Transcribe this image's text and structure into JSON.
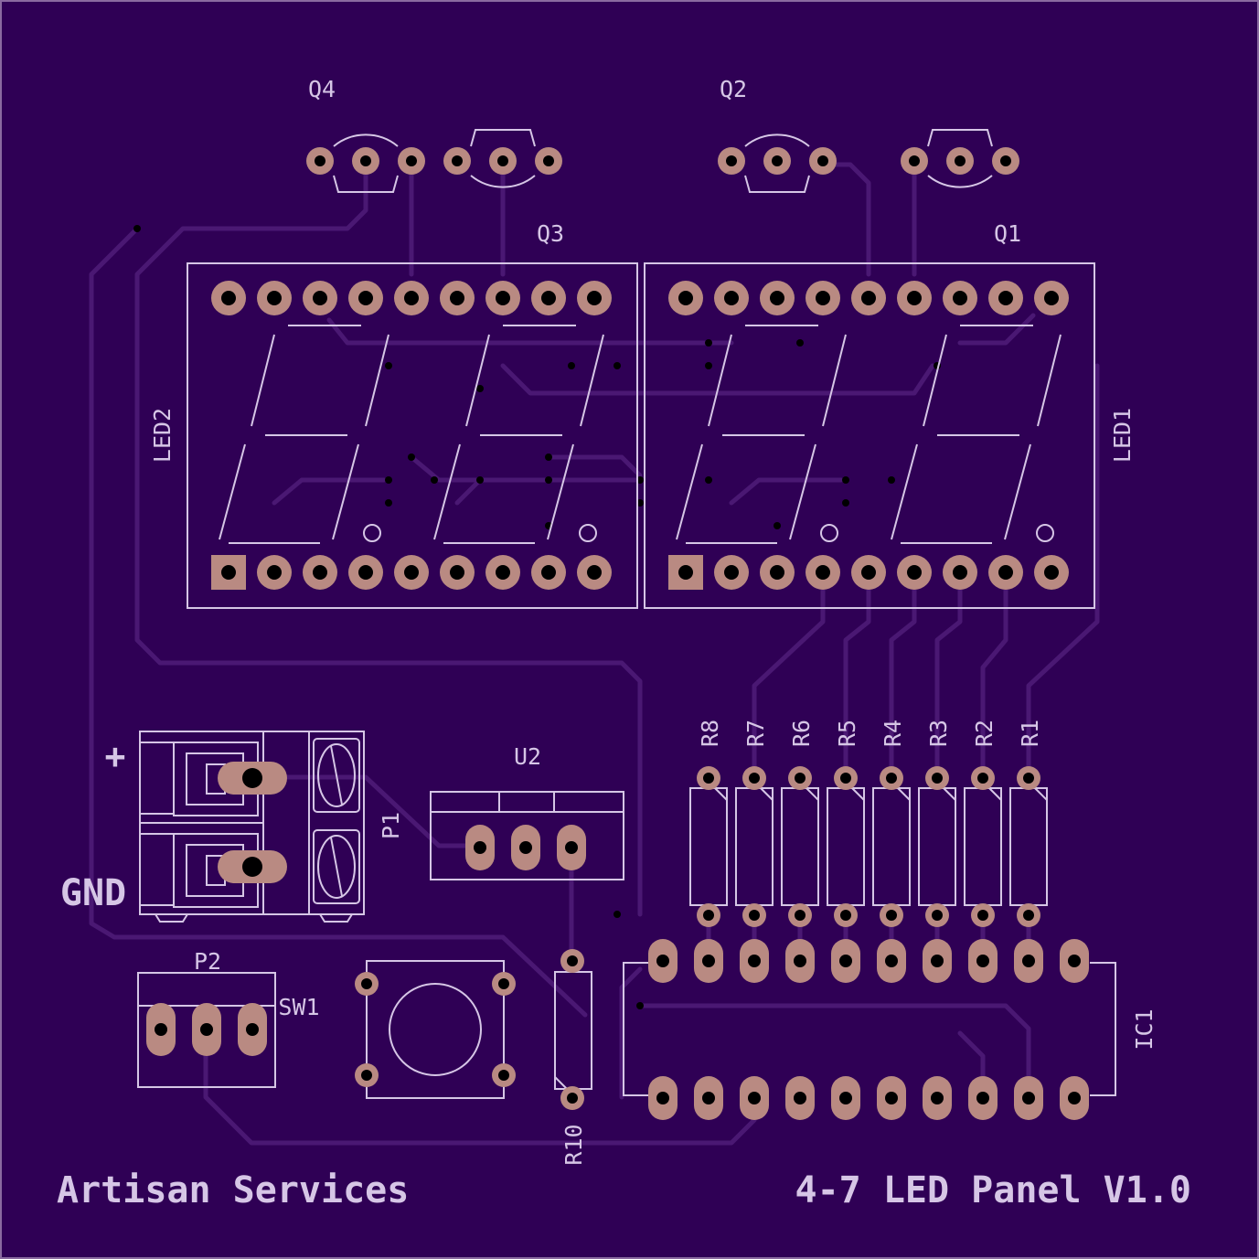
{
  "colors": {
    "board": "#2f0055",
    "trace": "#4a1873",
    "silk": "#d6c6e6",
    "pad": "#b98a82",
    "drill": "#000000"
  },
  "board_text": {
    "brand": "Artisan Services",
    "title": "4-7 LED Panel V1.0",
    "plus_label": "+",
    "gnd_label": "GND"
  },
  "labels": {
    "q1": "Q1",
    "q2": "Q2",
    "q3": "Q3",
    "q4": "Q4",
    "led1": "LED1",
    "led2": "LED2",
    "u2": "U2",
    "p1": "P1",
    "p2": "P2",
    "sw1": "SW1",
    "ic1": "IC1",
    "r10": "R10",
    "r1": "R1",
    "r2": "R2",
    "r3": "R3",
    "r4": "R4",
    "r5": "R5",
    "r6": "R6",
    "r7": "R7",
    "r8": "R8"
  }
}
